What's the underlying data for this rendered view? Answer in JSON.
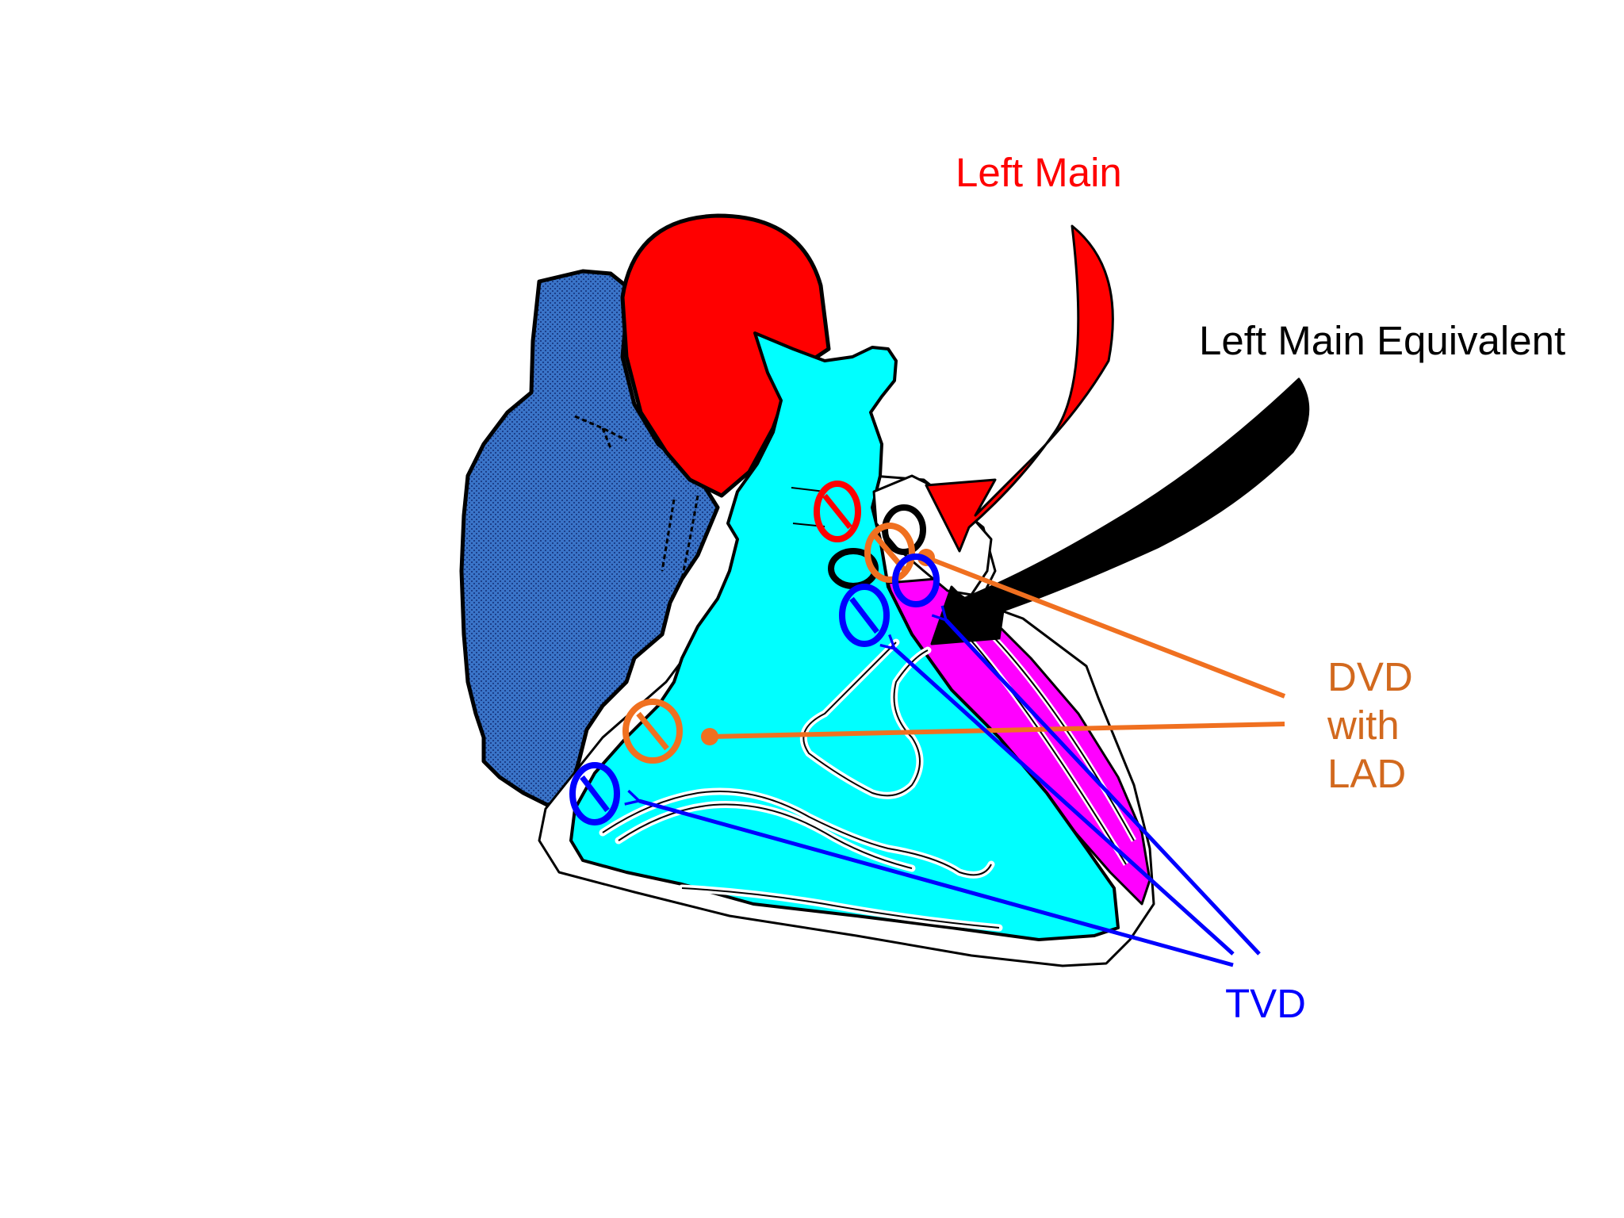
{
  "labels": {
    "left_main": "Left Main",
    "left_main_equivalent": "Left Main Equivalent",
    "dvd_line1": "DVD",
    "dvd_line2": "with",
    "dvd_line3": "LAD",
    "tvd": "TVD"
  },
  "colors": {
    "left_main": "#ff0000",
    "left_main_equivalent": "#000000",
    "dvd": "#d2691e",
    "dvd_line": "#f07020",
    "tvd": "#0000ff",
    "right_heart": "#3a74c8",
    "aorta": "#ff0000",
    "left_ventricle": "#00ffff",
    "lv_lateral_wall": "#ff00ff"
  }
}
